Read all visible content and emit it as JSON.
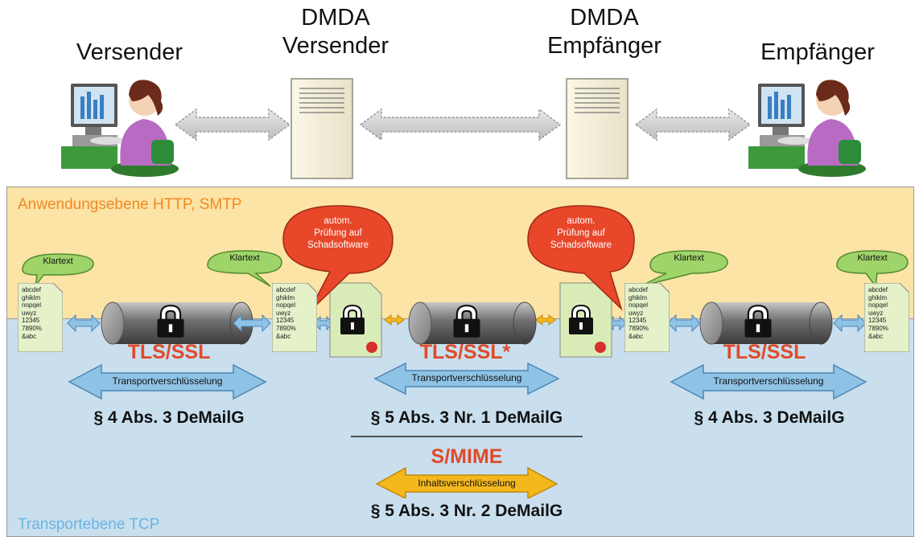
{
  "top_labels": {
    "sender": "Versender",
    "dmda_sender": [
      "DMDA",
      "Versender"
    ],
    "dmda_receiver": [
      "DMDA",
      "Empfänger"
    ],
    "receiver": "Empfänger"
  },
  "layers": {
    "application": "Anwendungsebene HTTP, SMTP",
    "transport": "Transportebene TCP"
  },
  "bubbles": {
    "klartext": "Klartext",
    "malware_check": [
      "autom.",
      "Prüfung auf",
      "Schadsoftware"
    ]
  },
  "document_text": "abcdef\nghiklm\nnopqel\nuwyz\n12345\n7890%\n&abc",
  "channels": {
    "left": {
      "protocol": "TLS/SSL",
      "arrow": "Transportverschlüsselung",
      "law": "§ 4 Abs. 3 DeMailG"
    },
    "middle": {
      "protocol": "TLS/SSL*",
      "arrow": "Transportverschlüsselung",
      "law": "§ 5 Abs. 3 Nr. 1 DeMailG"
    },
    "right": {
      "protocol": "TLS/SSL",
      "arrow": "Transportverschlüsselung",
      "law": "§ 4 Abs. 3 DeMailG"
    },
    "smime": {
      "protocol": "S/MIME",
      "arrow": "Inhaltsverschlüsselung",
      "law": "§ 5 Abs. 3 Nr. 2 DeMailG"
    }
  },
  "colors": {
    "application_layer": "#fce3a6",
    "transport_layer": "#c9dfee",
    "application_text": "#f08a24",
    "transport_text": "#6ab4e0",
    "protocol_red": "#e04a2a",
    "bubble_green": "#9fd46a",
    "bubble_red": "#e8472a",
    "transport_arrow": "#8fc3e6",
    "content_arrow": "#f5b81c"
  }
}
